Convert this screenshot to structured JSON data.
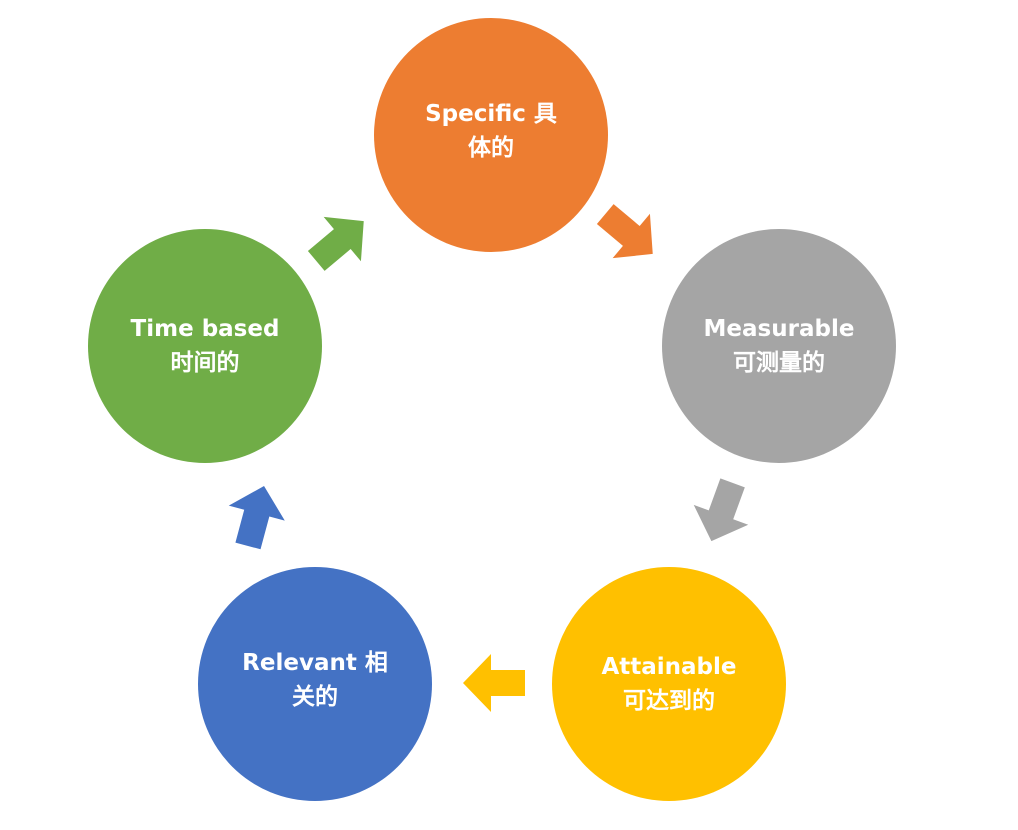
{
  "nodes": {
    "specific": {
      "line1": "Specific 具",
      "line2": "体的",
      "color": "#ED7D31"
    },
    "measurable": {
      "line1": "Measurable",
      "line2": "可测量的",
      "color": "#A5A5A5"
    },
    "attainable": {
      "line1": "Attainable",
      "line2": "可达到的",
      "color": "#FFC000"
    },
    "relevant": {
      "line1": "Relevant 相",
      "line2": "关的",
      "color": "#4472C4"
    },
    "timebased": {
      "line1": "Time based",
      "line2": "时间的",
      "color": "#70AD47"
    }
  },
  "arrows": {
    "specific_to_measurable": {
      "color": "#ED7D31",
      "icon": "arrow-down-right-icon"
    },
    "measurable_to_attainable": {
      "color": "#A5A5A5",
      "icon": "arrow-down-left-icon"
    },
    "attainable_to_relevant": {
      "color": "#FFC000",
      "icon": "arrow-left-icon"
    },
    "relevant_to_timebased": {
      "color": "#4472C4",
      "icon": "arrow-up-left-icon"
    },
    "timebased_to_specific": {
      "color": "#70AD47",
      "icon": "arrow-up-right-icon"
    }
  }
}
